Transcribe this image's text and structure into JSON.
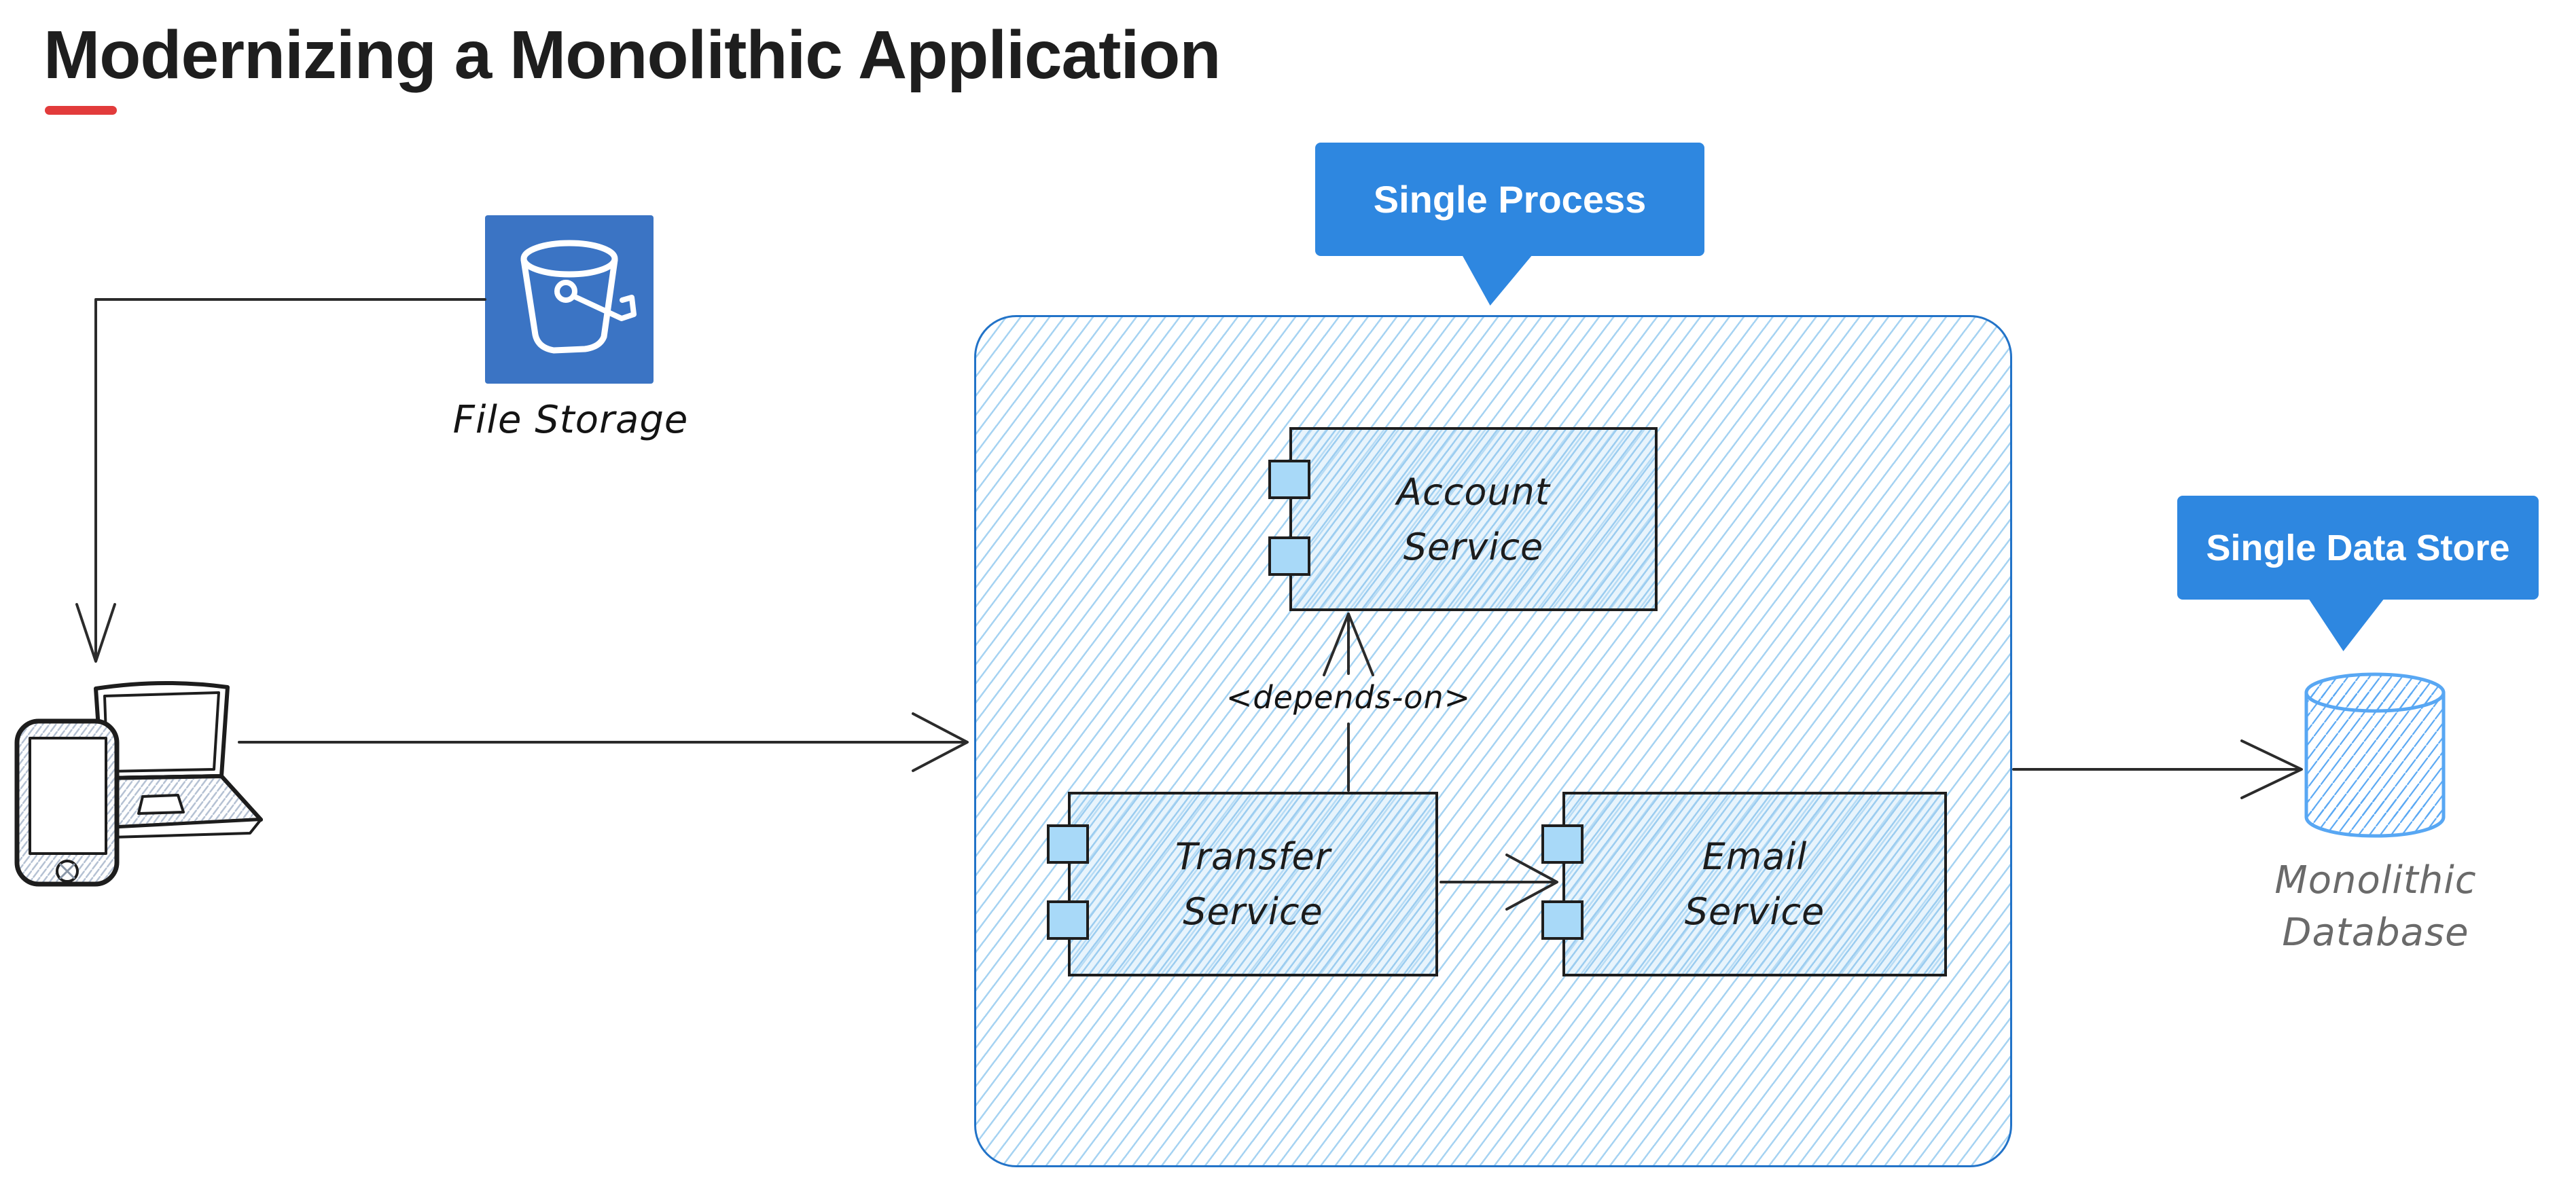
{
  "title": {
    "text": "Modernizing a Monolithic Application"
  },
  "callouts": {
    "single_process": {
      "label": "Single Process"
    },
    "single_data_store": {
      "label": "Single Data Store"
    }
  },
  "nodes": {
    "file_storage": {
      "label": "File Storage",
      "icon": "bucket-icon"
    },
    "client_devices": {
      "icons": [
        "laptop-icon",
        "smartphone-icon"
      ]
    },
    "database": {
      "label_line1": "Monolithic",
      "label_line2": "Database",
      "icon": "database-cylinder-icon"
    }
  },
  "monolith": {
    "components": {
      "account": {
        "line1": "Account",
        "line2": "Service"
      },
      "transfer": {
        "line1": "Transfer",
        "line2": "Service"
      },
      "email": {
        "line1": "Email",
        "line2": "Service"
      }
    },
    "dependency_label": "<depends-on>"
  },
  "colors": {
    "callout_blue": "#2e87e0",
    "file_storage_blue": "#3b74c4",
    "container_border_blue": "#2273c8",
    "container_hatch_blue": "#a6d3f2",
    "component_hatch_blue": "#9ccdf0",
    "port_fill_blue": "#a8d9f8",
    "cylinder_blue": "#58a7f3",
    "device_hatch_gray": "#b3c0d2",
    "title_underline_red": "#e23b3b",
    "arrow_dark": "#2b2b2b",
    "database_label_gray": "#6a6a6a",
    "title_text": "#1e1e1e"
  }
}
